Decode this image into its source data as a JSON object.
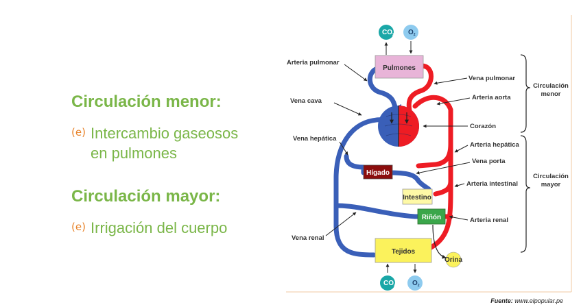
{
  "left": {
    "section1": {
      "title": "Circulación menor:",
      "bullet_icon": "(e)",
      "text": "Intercambio gaseosos\nen pulmones"
    },
    "section2": {
      "title": "Circulación mayor:",
      "bullet_icon": "(e)",
      "text": "Irrigación del cuerpo"
    }
  },
  "diagram": {
    "gases_top": {
      "co2": "CO",
      "co2_sub": "2",
      "o2": "O",
      "o2_sub": "2"
    },
    "gases_bottom": {
      "co2": "CO",
      "co2_sub": "2",
      "o2": "O",
      "o2_sub": "2"
    },
    "organs": {
      "pulmones": "Pulmones",
      "higado": "Hígado",
      "intestino": "Intestino",
      "rinon": "Riñón",
      "tejidos": "Tejidos",
      "orina": "Orina"
    },
    "labels": {
      "arteria_pulmonar": "Arteria pulmonar",
      "vena_cava": "Vena cava",
      "vena_hepatica": "Vena hepática",
      "vena_renal": "Vena renal",
      "vena_pulmonar": "Vena pulmonar",
      "arteria_aorta": "Arteria aorta",
      "corazon": "Corazón",
      "arteria_hepatica": "Arteria hepática",
      "vena_porta": "Vena porta",
      "arteria_intestinal": "Arteria intestinal",
      "arteria_renal": "Arteria renal"
    },
    "bracket_menor": {
      "line1": "Circulación",
      "line2": "menor"
    },
    "bracket_mayor": {
      "line1": "Circulación",
      "line2": "mayor"
    },
    "colors": {
      "blue": "#3a5fb8",
      "red": "#ee1c24",
      "pulmones": "#e8b4d8",
      "higado": "#8b0d0d",
      "intestino": "#fef9a6",
      "rinon": "#3aa64a",
      "tejidos": "#fbf25c",
      "co2": "#1aa7a7",
      "o2": "#8ecbef"
    }
  },
  "source": {
    "label": "Fuente:",
    "value": "www.elpopular.pe"
  }
}
